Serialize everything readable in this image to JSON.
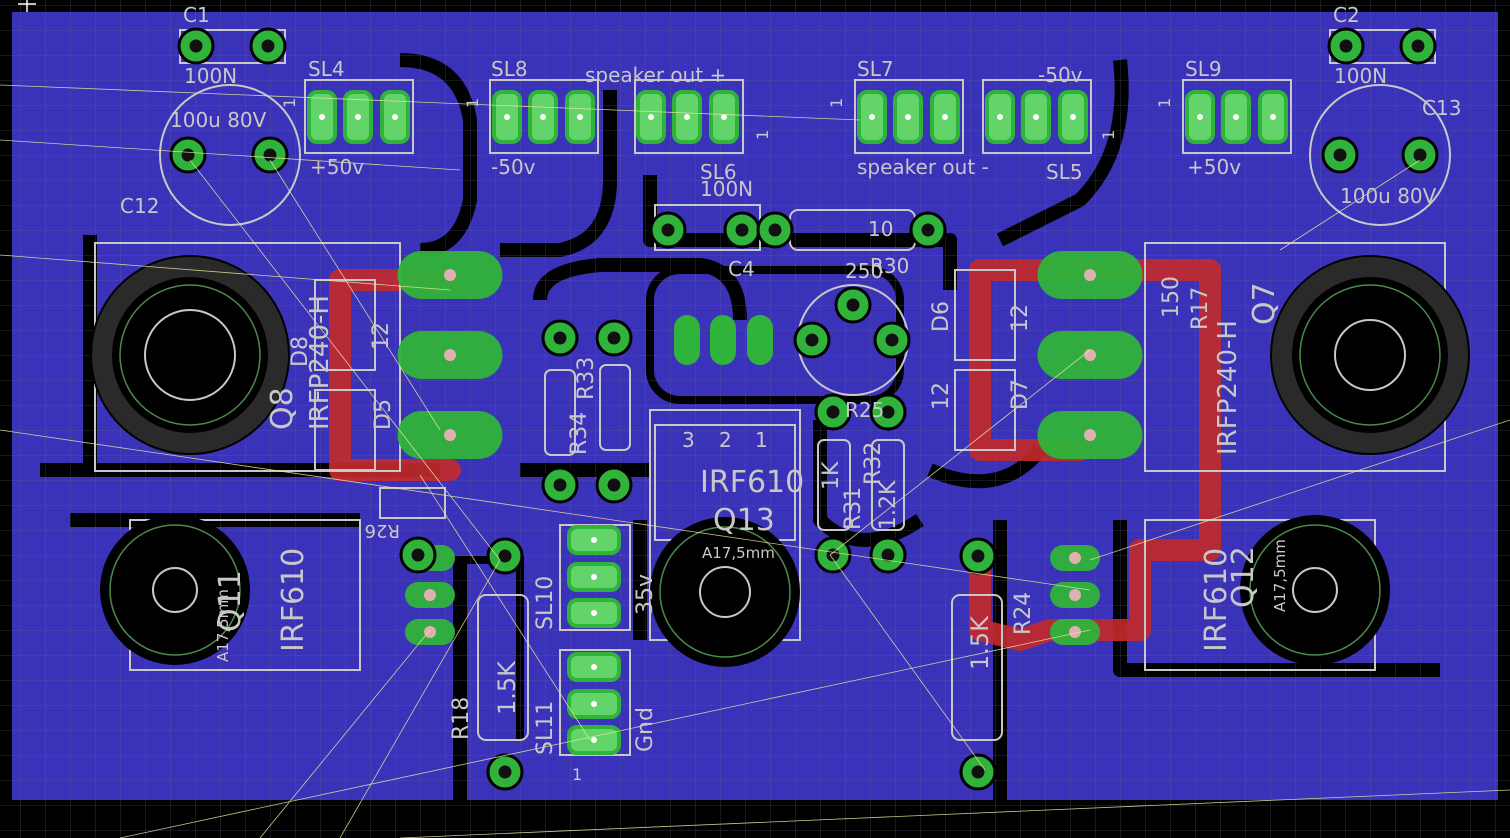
{
  "colors": {
    "background": "#000000",
    "copper_pour": "#3a32b8",
    "trace_top": "#c42a2a",
    "pad": "#2fb33a",
    "pad_highlight": "#63d46a",
    "silkscreen": "#c8c8c8",
    "grid": "#6f6f8f",
    "airwire": "#e8e8a0"
  },
  "labels": {
    "c1": "C1",
    "c1_val": "100N",
    "c2": "C2",
    "c2_val": "100N",
    "c12": "C12",
    "c12_val": "100u 80V",
    "c13": "C13",
    "c13_val": "100u 80V",
    "c4": "C4",
    "c4_val": "100N",
    "sl4": "SL4",
    "sl4_val": "+50v",
    "sl8": "SL8",
    "sl8_val": "-50v",
    "sl6": "SL6",
    "sl6_val": "speaker out +",
    "sl7": "SL7",
    "sl7_val": "speaker out -",
    "sl5": "SL5",
    "sl5_val": "-50v",
    "sl9": "SL9",
    "sl9_val": "+50v",
    "r30": "R30",
    "r30_val": "10",
    "pot_val": "250",
    "r25": "R25",
    "d8": "D8",
    "d5": "D5",
    "d6": "D6",
    "d7": "D7",
    "d_12_left": "12",
    "d_12_right_top": "12",
    "d_12_right_bottom": "12",
    "q8": "Q8",
    "q8_val": "IRFP240-H",
    "q7": "Q7",
    "q7_val": "IRFP240-H",
    "r_150": "150",
    "r_rx": "R17",
    "r33": "R33",
    "r34": "R34",
    "r31": "R31",
    "r31_val": "1K",
    "r32": "R32",
    "r32_val": "1.2K",
    "q13": "Q13",
    "q13_val": "IRF610",
    "hole_label": "A17,5mm",
    "pins_123": [
      "3",
      "2",
      "1"
    ],
    "r26": "R26",
    "q11": "Q11",
    "q11_val": "IRF610",
    "q12": "Q12",
    "q12_val": "IRF610",
    "sl10": "SL10",
    "sl10_val": "35v",
    "sl11": "SL11",
    "sl11_val": "Gnd",
    "r18": "R18",
    "r18_val": "1.5K",
    "r24": "R24",
    "r24_val": "1.5K",
    "pin1": "1"
  }
}
